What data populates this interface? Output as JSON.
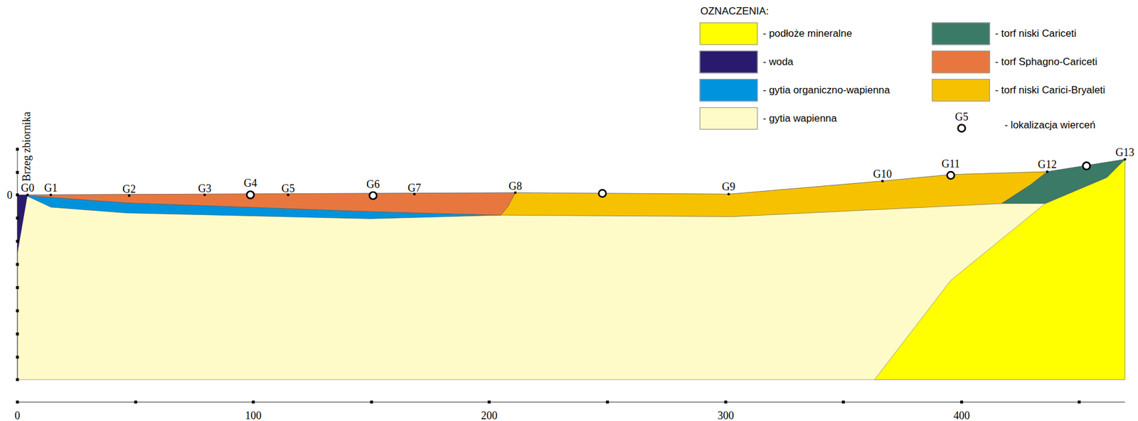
{
  "diagram": {
    "labels": [
      "OZNACZENIA:",
      "Brzeg zbiornika",
      "0",
      "G0",
      "G1",
      "G2",
      "G3",
      "G4",
      "G5",
      "G6",
      "G7",
      "G8",
      "G9",
      "G10",
      "G11",
      "G12",
      "G13",
      "G5",
      "0",
      "100",
      "200",
      "300",
      "400"
    ],
    "legend": [
      {
        "text": "- podłoże mineralne",
        "color": "#FFFF00"
      },
      {
        "text": "- torf niski Cariceti",
        "color": "#3A7A67"
      },
      {
        "text": "- woda",
        "color": "#2A1A6E"
      },
      {
        "text": "- torf Sphagno-Cariceti",
        "color": "#E8773F"
      },
      {
        "text": "- gytia organiczno-wapienna",
        "color": "#0093DD"
      },
      {
        "text": "- torf niski Carici-Bryaleti",
        "color": "#F6C200"
      },
      {
        "text": "- gytia wapienna",
        "color": "#FFFBC8"
      },
      {
        "text": "- lokalizacja wierceń"
      }
    ]
  }
}
